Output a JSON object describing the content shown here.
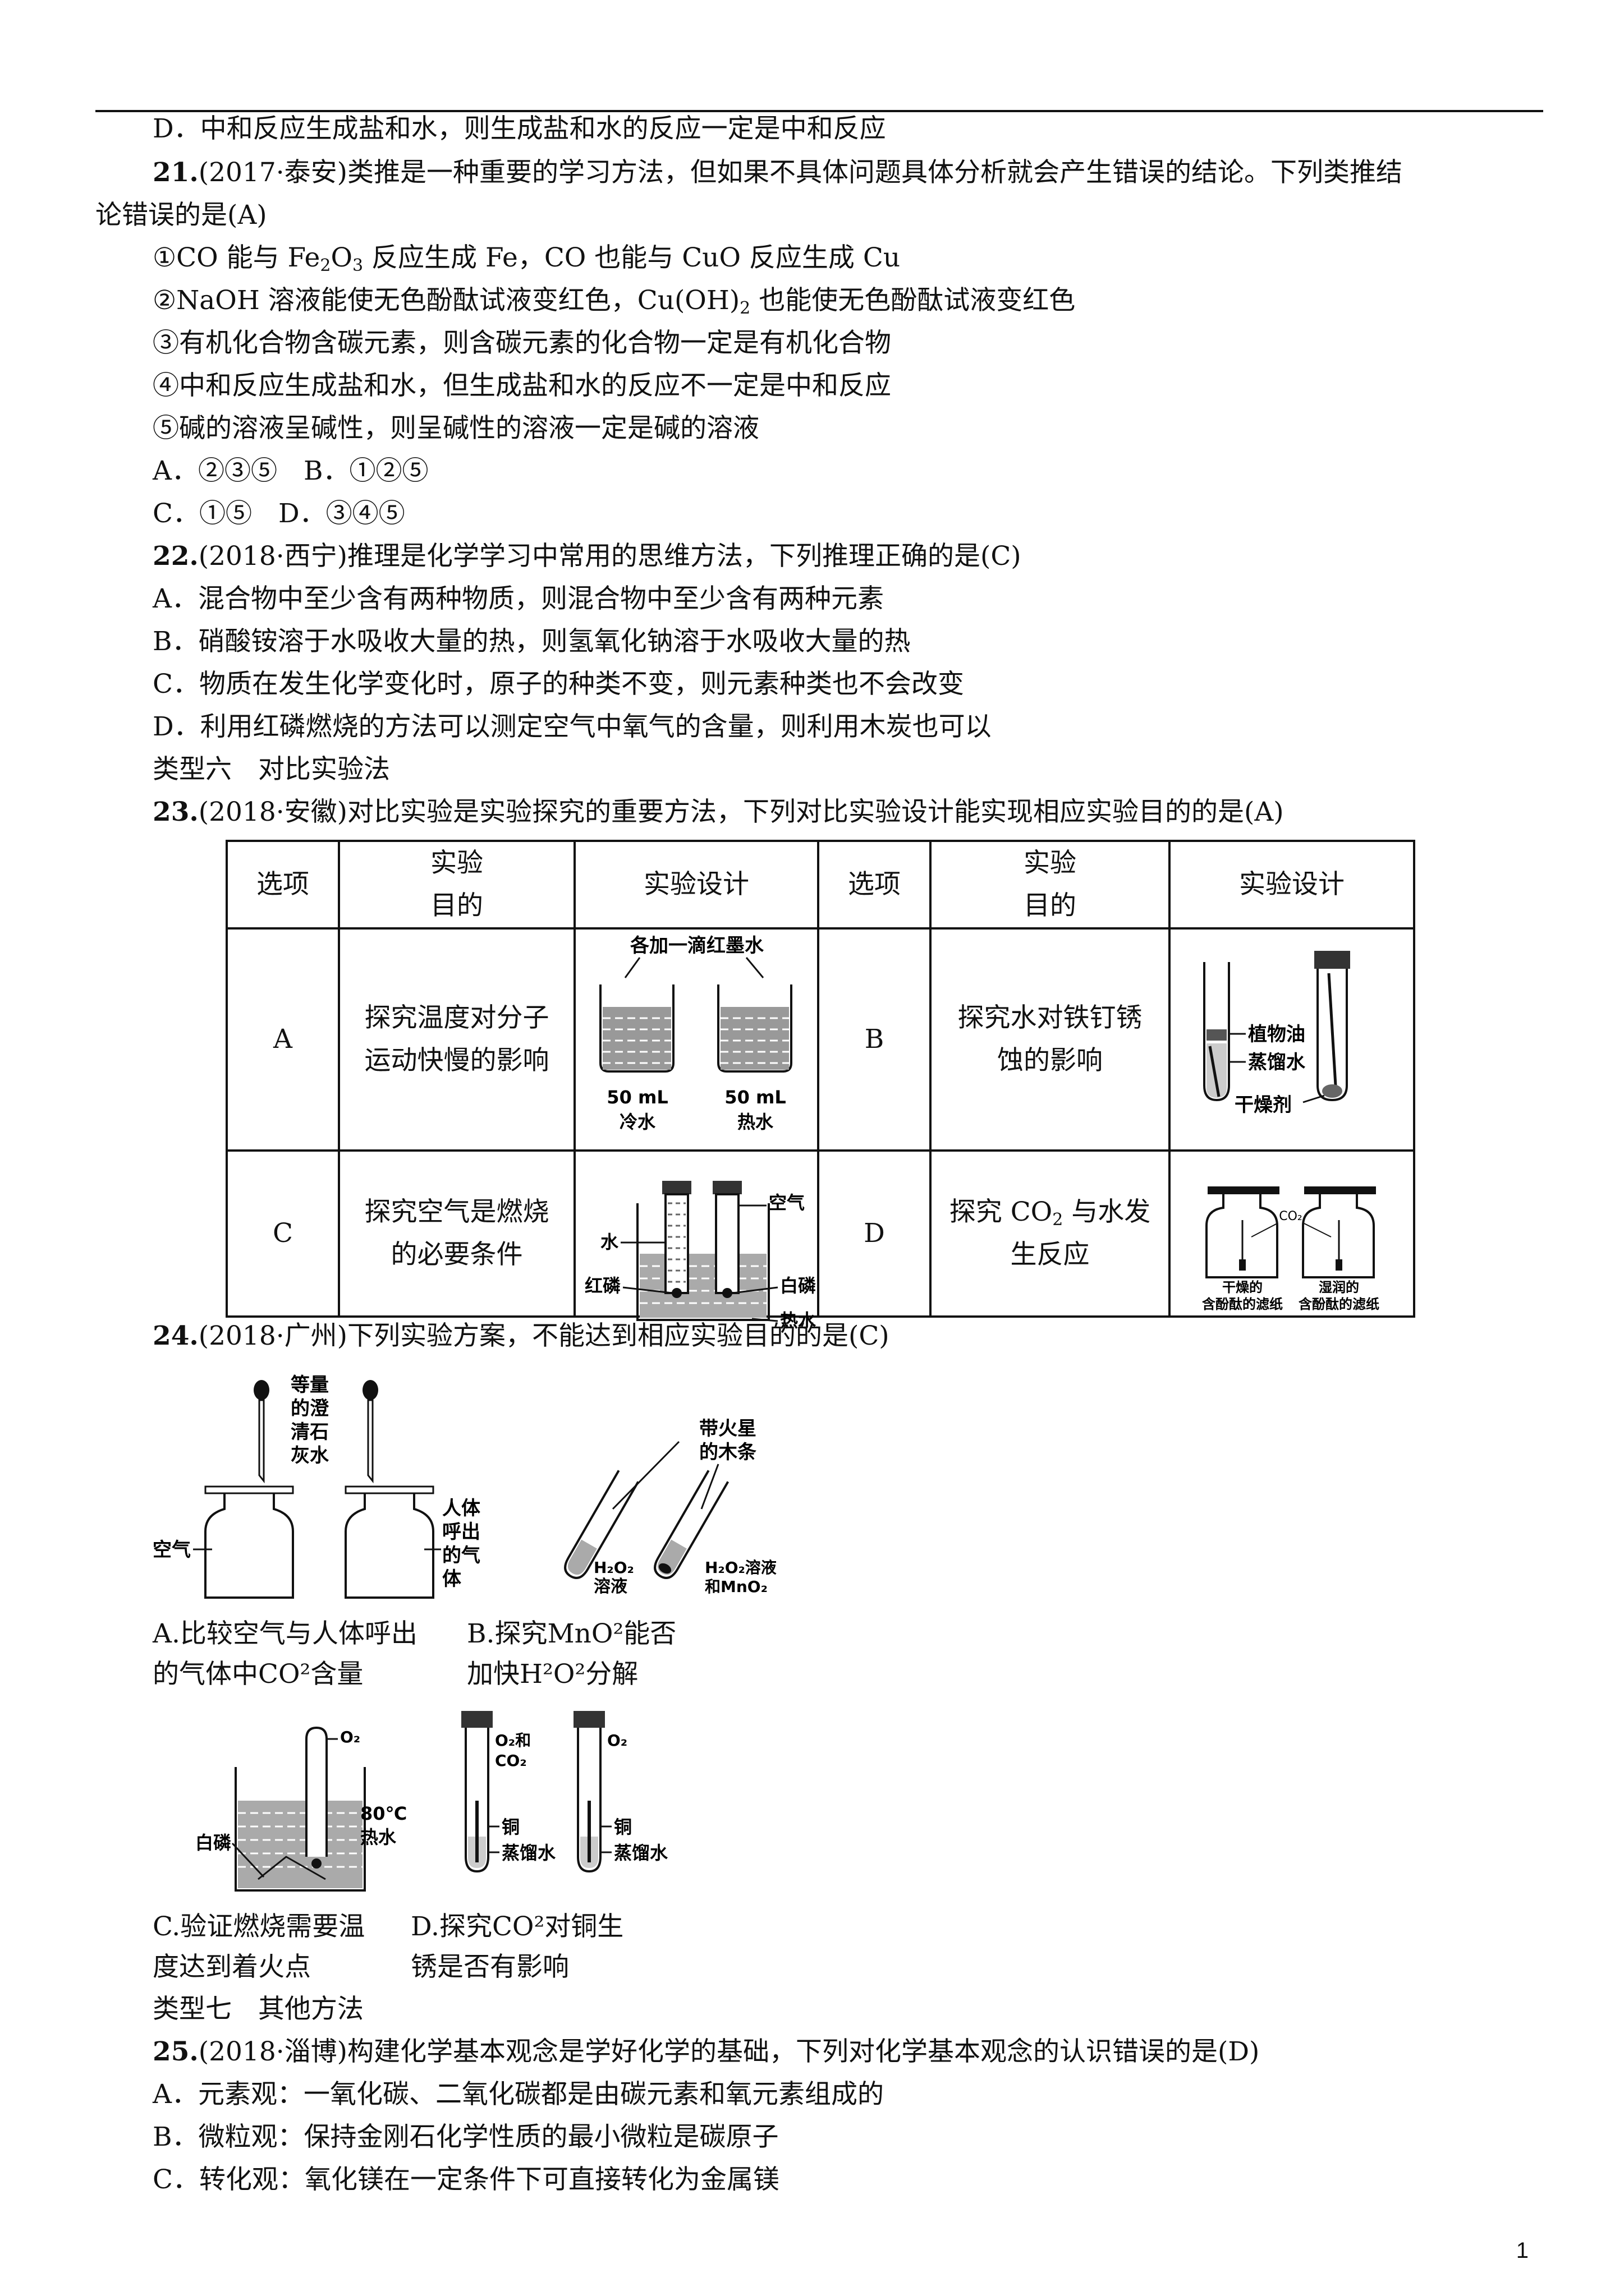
{
  "lines": {
    "d_prev": "D．中和反应生成盐和水，则生成盐和水的反应一定是中和反应",
    "q21_num": "21.",
    "q21_a": "(2017·泰安)类推是一种重要的学习方法，但如果不具体问题具体分析就会产生错误的结论。下列类推结",
    "q21_b": "论错误的是(A)",
    "q21_1a": "①CO 能与 Fe",
    "q21_1b": "2",
    "q21_1c": "O",
    "q21_1d": "3",
    "q21_1e": " 反应生成 Fe，CO 也能与 CuO 反应生成 Cu",
    "q21_2a": "②NaOH 溶液能使无色酚酞试液变红色，Cu(OH)",
    "q21_2b": "2",
    "q21_2c": " 也能使无色酚酞试液变红色",
    "q21_3": "③有机化合物含碳元素，则含碳元素的化合物一定是有机化合物",
    "q21_4": "④中和反应生成盐和水，但生成盐和水的反应不一定是中和反应",
    "q21_5": "⑤碱的溶液呈碱性，则呈碱性的溶液一定是碱的溶液",
    "q21_ab": "A．②③⑤　B．①②⑤",
    "q21_cd": "C．①⑤　D．③④⑤",
    "q22_num": "22.",
    "q22": "(2018·西宁)推理是化学学习中常用的思维方法，下列推理正确的是(C)",
    "q22_a": "A．混合物中至少含有两种物质，则混合物中至少含有两种元素",
    "q22_b": "B．硝酸铵溶于水吸收大量的热，则氢氧化钠溶于水吸收大量的热",
    "q22_c": "C．物质在发生化学变化时，原子的种类不变，则元素种类也不会改变",
    "q22_d": "D．利用红磷燃烧的方法可以测定空气中氧气的含量，则利用木炭也可以",
    "type6": "类型六　对比实验法",
    "q23_num": "23.",
    "q23": "(2018·安徽)对比实验是实验探究的重要方法，下列对比实验设计能实现相应实验目的的是(A)",
    "q24_num": "24.",
    "q24": "(2018·广州)下列实验方案，不能达到相应实验目的的是(C)",
    "type7": "类型七　其他方法",
    "q25_num": "25.",
    "q25": "(2018·淄博)构建化学基本观念是学好化学的基础，下列对化学基本观念的认识错误的是(D)",
    "q25_a": "A．元素观：一氧化碳、二氧化碳都是由碳元素和氧元素组成的",
    "q25_b": "B．微粒观：保持金刚石化学性质的最小微粒是碳原子",
    "q25_c": "C．转化观：氧化镁在一定条件下可直接转化为金属镁"
  },
  "table": {
    "h_option": "选项",
    "h_purpose_1": "实验",
    "h_purpose_2": "目的",
    "h_design": "实验设计",
    "rowA": {
      "opt": "A",
      "p1": "探究温度对分子",
      "p2": "运动快慢的影响"
    },
    "rowB": {
      "opt": "B",
      "p1": "探究水对铁钉锈",
      "p2": "蚀的影响"
    },
    "rowC": {
      "opt": "C",
      "p1": "探究空气是燃烧",
      "p2": "的必要条件"
    },
    "rowD": {
      "opt": "D",
      "p1a": "探究 CO",
      "p1b": "2",
      "p1c": " 与水发",
      "p2": "生反应"
    }
  },
  "fig": {
    "a_top": "各加一滴红墨水",
    "a_left1": "50 mL",
    "a_left2": "冷水",
    "a_right1": "50 mL",
    "a_right2": "热水",
    "b_oil": "植物油",
    "b_water": "蒸馏水",
    "b_dry": "干燥剂",
    "c_water": "水",
    "c_air": "空气",
    "c_red": "红磷",
    "c_white": "白磷",
    "c_hot": "热水",
    "d_gas": "CO₂",
    "d_left1": "干燥的",
    "d_left2": "含酚酞的滤纸",
    "d_right1": "湿润的",
    "d_right2": "含酚酞的滤纸",
    "q24a_lime1": "等量",
    "q24a_lime2": "的澄",
    "q24a_lime3": "清石",
    "q24a_lime4": "灰水",
    "q24a_air": "空气",
    "q24a_breath1": "人体",
    "q24a_breath2": "呼出",
    "q24a_breath3": "的气",
    "q24a_breath4": "体",
    "q24b_stick1": "带火星",
    "q24b_stick2": "的木条",
    "q24b_h2o2_1": "H₂O₂",
    "q24b_h2o2_2": "溶液",
    "q24b_mix1": "H₂O₂溶液",
    "q24b_mix2": "和MnO₂",
    "q24c_o2": "O₂",
    "q24c_temp1": "80℃",
    "q24c_temp2": "热水",
    "q24c_white": "白磷",
    "q24d_gas1a": "O₂和",
    "q24d_gas1b": "CO₂",
    "q24d_gas2": "O₂",
    "q24d_cu1": "铜",
    "q24d_water1": "蒸馏水",
    "q24d_cu2": "铜",
    "q24d_water2": "蒸馏水"
  },
  "captions": {
    "a1": "A.比较空气与人体呼出",
    "a2": "的气体中CO²含量",
    "b1": "B.探究MnO²能否",
    "b2": "加快H²O²分解",
    "c1": "C.验证燃烧需要温",
    "c2": "度达到着火点",
    "d1": "D.探究CO²对铜生",
    "d2": "锈是否有影响"
  },
  "page_number": "1"
}
